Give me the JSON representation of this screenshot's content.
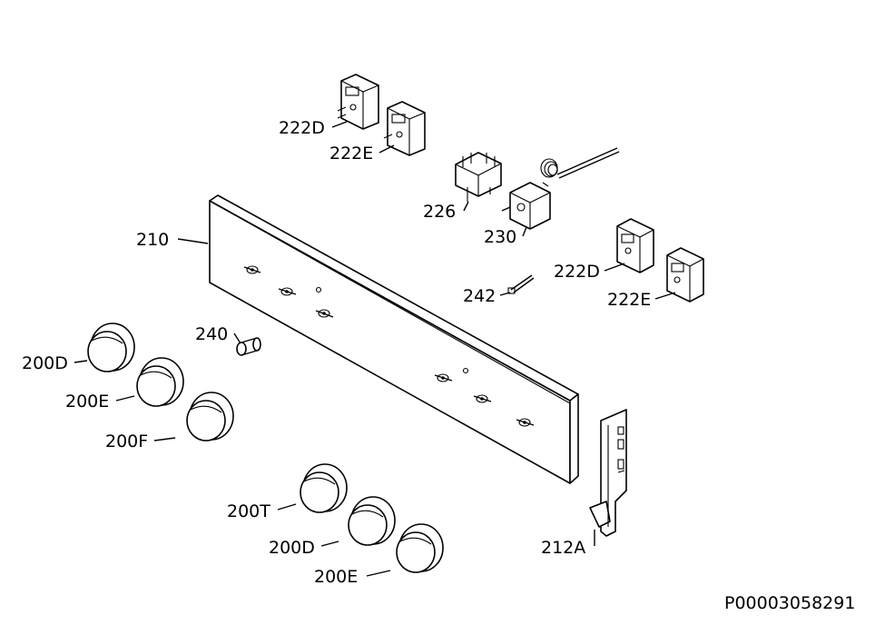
{
  "diagram": {
    "reference_code": "P00003058291",
    "labels": {
      "switch_top_d": "222D",
      "switch_top_e": "222E",
      "selector_226": "226",
      "thermostat_230": "230",
      "panel_210": "210",
      "switch_right_d": "222D",
      "lamp_242": "242",
      "switch_right_e": "222E",
      "screw_240": "240",
      "knob_200d_left": "200D",
      "knob_200e_left": "200E",
      "knob_200f": "200F",
      "bracket_212a": "212A",
      "knob_200t": "200T",
      "knob_200d_bottom": "200D",
      "knob_200e_bottom": "200E"
    }
  }
}
